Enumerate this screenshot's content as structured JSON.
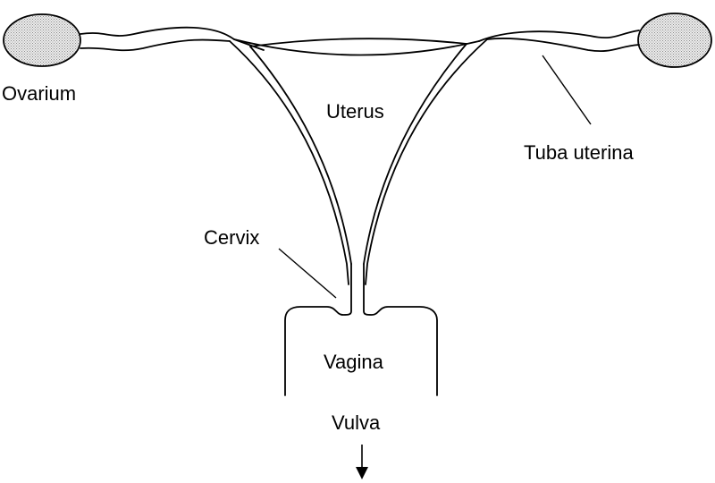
{
  "labels": {
    "ovarium": "Ovarium",
    "uterus": "Uterus",
    "tuba_uterina": "Tuba uterina",
    "cervix": "Cervix",
    "vagina": "Vagina",
    "vulva": "Vulva"
  },
  "colors": {
    "line": "#000000",
    "ovary_fill": "#d9d9d9",
    "background": "#ffffff"
  },
  "icons": {
    "exit_arrow": "arrow-down-icon"
  }
}
